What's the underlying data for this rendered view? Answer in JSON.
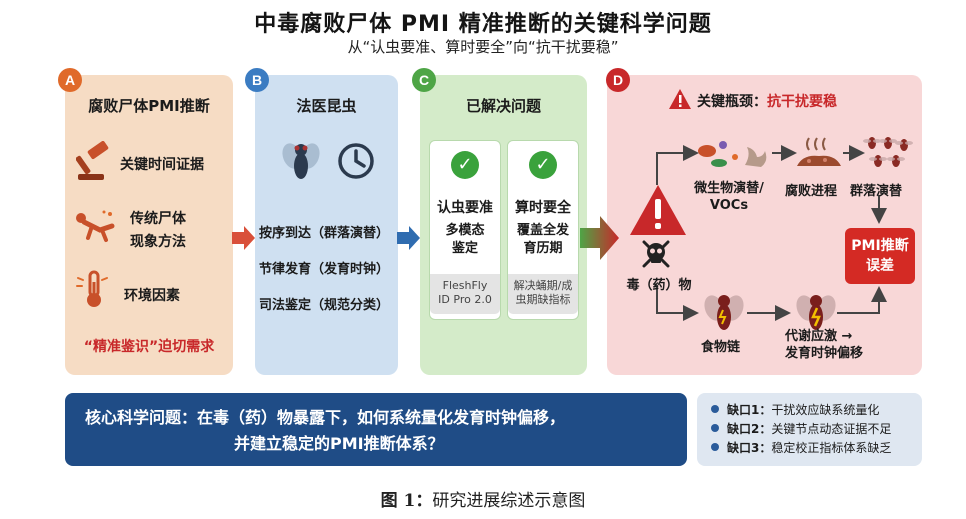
{
  "title": "中毒腐败尸体 PMI 精准推断的关键科学问题",
  "subtitle": "从“认虫要准、算时要全”向“抗干扰要稳”",
  "panel_a": {
    "badge": "A",
    "title": "腐败尸体PMI推断",
    "items": [
      "关键时间证据",
      "传统尸体",
      "现象方法",
      "环境因素"
    ],
    "need": "“精准鉴识”迫切需求"
  },
  "panel_b": {
    "badge": "B",
    "title": "法医昆虫",
    "items": [
      "按序到达（群落演替）",
      "节律发育（发育时钟）",
      "司法鉴定（规范分类）"
    ]
  },
  "panel_c": {
    "badge": "C",
    "title": "已解决问题",
    "card1": {
      "title": "认虫要准",
      "line1": "多模态",
      "line2": "鉴定",
      "foot1": "FleshFly",
      "foot2": "ID Pro 2.0"
    },
    "card2": {
      "title": "算时要全",
      "line1": "覆盖全发",
      "line2": "育历期",
      "foot1": "解决蛹期/成",
      "foot2": "虫期缺指标"
    }
  },
  "panel_d": {
    "badge": "D",
    "bottleneck": "关键瓶颈：",
    "bottleneck_highlight": "抗干扰要稳",
    "microbe1": "微生物演替/",
    "microbe2": "VOCs",
    "decay": "腐败进程",
    "community": "群落演替",
    "toxin": "毒（药）物",
    "foodchain": "食物链",
    "metabolic1": "代谢应激 →",
    "metabolic2": "发育时钟偏移",
    "pmi1": "PMI推断",
    "pmi2": "误差"
  },
  "core": {
    "line1": "核心科学问题：在毒（药）物暴露下，如何系统量化发育时钟偏移，",
    "line2": "并建立稳定的PMI推断体系？"
  },
  "gaps": [
    {
      "label": "缺口1：",
      "text": "干扰效应缺系统量化"
    },
    {
      "label": "缺口2：",
      "text": "关键节点动态证据不足"
    },
    {
      "label": "缺口3：",
      "text": "稳定校正指标体系缺乏"
    }
  ],
  "caption": {
    "bold": "图 1：",
    "text": "研究进展综述示意图"
  },
  "colors": {
    "orange_panel": "#f6dcc4",
    "blue_panel": "#cfe0f1",
    "green_panel": "#d4ebc9",
    "red_panel": "#f8d7d7",
    "accent_red": "#d42a24",
    "navy": "#1f4c86"
  }
}
